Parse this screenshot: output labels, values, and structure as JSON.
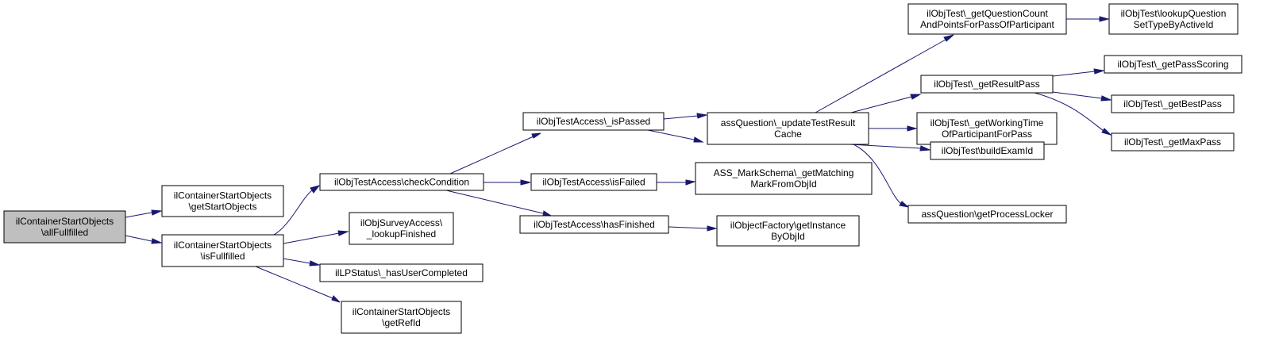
{
  "diagram": {
    "colors": {
      "edge": "#191970",
      "root_fill": "#bfbfbf",
      "node_fill": "#ffffff",
      "node_border": "#000000"
    },
    "nodes": [
      {
        "id": "n_allFull",
        "lines": [
          "ilContainerStartObjects",
          "\\allFullfilled"
        ],
        "root": true
      },
      {
        "id": "n_getStart",
        "lines": [
          "ilContainerStartObjects",
          "\\getStartObjects"
        ]
      },
      {
        "id": "n_isFull",
        "lines": [
          "ilContainerStartObjects",
          "\\isFullfilled"
        ]
      },
      {
        "id": "n_check",
        "lines": [
          "ilObjTestAccess\\checkCondition"
        ]
      },
      {
        "id": "n_survey",
        "lines": [
          "ilObjSurveyAccess\\",
          "_lookupFinished"
        ]
      },
      {
        "id": "n_lpstatus",
        "lines": [
          "ilLPStatus\\_hasUserCompleted"
        ]
      },
      {
        "id": "n_getRef",
        "lines": [
          "ilContainerStartObjects",
          "\\getRefId"
        ]
      },
      {
        "id": "n_isPassed",
        "lines": [
          "ilObjTestAccess\\_isPassed"
        ]
      },
      {
        "id": "n_isFailed",
        "lines": [
          "ilObjTestAccess\\isFailed"
        ]
      },
      {
        "id": "n_hasFin",
        "lines": [
          "ilObjTestAccess\\hasFinished"
        ]
      },
      {
        "id": "n_updCache",
        "lines": [
          "assQuestion\\_updateTestResult",
          "Cache"
        ]
      },
      {
        "id": "n_mark",
        "lines": [
          "ASS_MarkSchema\\_getMatching",
          "MarkFromObjId"
        ]
      },
      {
        "id": "n_factory",
        "lines": [
          "ilObjectFactory\\getInstance",
          "ByObjId"
        ]
      },
      {
        "id": "n_qcount",
        "lines": [
          "ilObjTest\\_getQuestionCount",
          "AndPointsForPassOfParticipant"
        ]
      },
      {
        "id": "n_resPass",
        "lines": [
          "ilObjTest\\_getResultPass"
        ]
      },
      {
        "id": "n_workTime",
        "lines": [
          "ilObjTest\\_getWorkingTime",
          "OfParticipantForPass"
        ]
      },
      {
        "id": "n_examId",
        "lines": [
          "ilObjTest\\buildExamId"
        ]
      },
      {
        "id": "n_locker",
        "lines": [
          "assQuestion\\getProcessLocker"
        ]
      },
      {
        "id": "n_lookupQ",
        "lines": [
          "ilObjTest\\lookupQuestion",
          "SetTypeByActiveId"
        ]
      },
      {
        "id": "n_passScore",
        "lines": [
          "ilObjTest\\_getPassScoring"
        ]
      },
      {
        "id": "n_bestPass",
        "lines": [
          "ilObjTest\\_getBestPass"
        ]
      },
      {
        "id": "n_maxPass",
        "lines": [
          "ilObjTest\\_getMaxPass"
        ]
      }
    ],
    "edges": [
      {
        "from": "n_allFull",
        "to": "n_getStart"
      },
      {
        "from": "n_allFull",
        "to": "n_isFull"
      },
      {
        "from": "n_isFull",
        "to": "n_check"
      },
      {
        "from": "n_isFull",
        "to": "n_survey"
      },
      {
        "from": "n_isFull",
        "to": "n_lpstatus"
      },
      {
        "from": "n_isFull",
        "to": "n_getRef"
      },
      {
        "from": "n_check",
        "to": "n_isPassed"
      },
      {
        "from": "n_check",
        "to": "n_isFailed"
      },
      {
        "from": "n_check",
        "to": "n_hasFin"
      },
      {
        "from": "n_isPassed",
        "to": "n_updCache"
      },
      {
        "from": "n_isPassed",
        "to": "n_mark"
      },
      {
        "from": "n_isFailed",
        "to": "n_mark"
      },
      {
        "from": "n_hasFin",
        "to": "n_factory"
      },
      {
        "from": "n_updCache",
        "to": "n_qcount"
      },
      {
        "from": "n_updCache",
        "to": "n_resPass"
      },
      {
        "from": "n_updCache",
        "to": "n_workTime"
      },
      {
        "from": "n_updCache",
        "to": "n_examId"
      },
      {
        "from": "n_updCache",
        "to": "n_locker"
      },
      {
        "from": "n_qcount",
        "to": "n_lookupQ"
      },
      {
        "from": "n_resPass",
        "to": "n_passScore"
      },
      {
        "from": "n_resPass",
        "to": "n_bestPass"
      },
      {
        "from": "n_resPass",
        "to": "n_maxPass"
      }
    ]
  }
}
